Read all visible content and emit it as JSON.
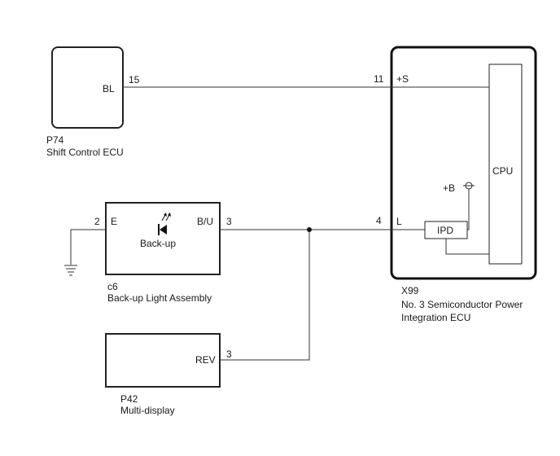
{
  "components": {
    "shift_ecu": {
      "code": "P74",
      "name": "Shift Control ECU",
      "terminal": "BL",
      "pin": "15"
    },
    "semiconductor_ecu": {
      "code": "X99",
      "name_line1": "No. 3 Semiconductor Power",
      "name_line2": "Integration ECU",
      "terminal_s": "+S",
      "pin_s": "11",
      "terminal_l": "L",
      "pin_l": "4",
      "cpu": "CPU",
      "ipd": "IPD",
      "plus_b": "+B"
    },
    "backup_light": {
      "code": "c6",
      "name": "Back-up Light Assembly",
      "terminal_e": "E",
      "pin_e": "2",
      "terminal_bu": "B/U",
      "pin_bu": "3",
      "lamp": "Back-up"
    },
    "multi_display": {
      "code": "P42",
      "name": "Multi-display",
      "terminal": "REV",
      "pin": "3"
    }
  }
}
